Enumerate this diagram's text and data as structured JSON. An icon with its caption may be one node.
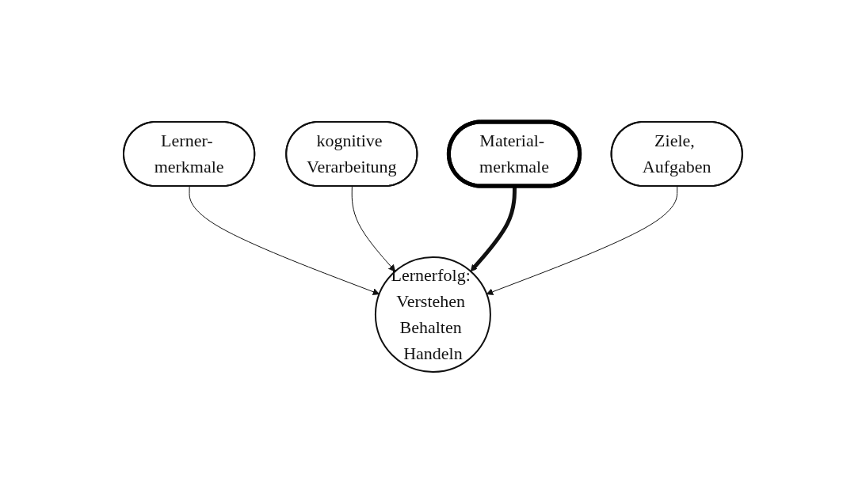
{
  "diagram": {
    "nodes": [
      {
        "text": [
          "Lerner- merkmale"
        ]
      },
      {
        "text": [
          "kognitive Verarbeitung"
        ]
      },
      {
        "text": [
          "Lernerfolg: Verstehen Behalten Handeln"
        ]
      },
      {
        "text": [
          "Material- merkmale"
        ]
      },
      {
        "text": [
          "Ziele, Aufgaben"
        ]
      }
    ],
    "edges": [
      {
        "from": 0,
        "to": 2,
        "arrow": "to"
      },
      {
        "from": 1,
        "to": 2,
        "arrow": "to"
      },
      {
        "from": 3,
        "to": 2,
        "arrow": "to",
        "style": "thick"
      },
      {
        "from": 4,
        "to": 2,
        "arrow": "to"
      }
    ]
  }
}
